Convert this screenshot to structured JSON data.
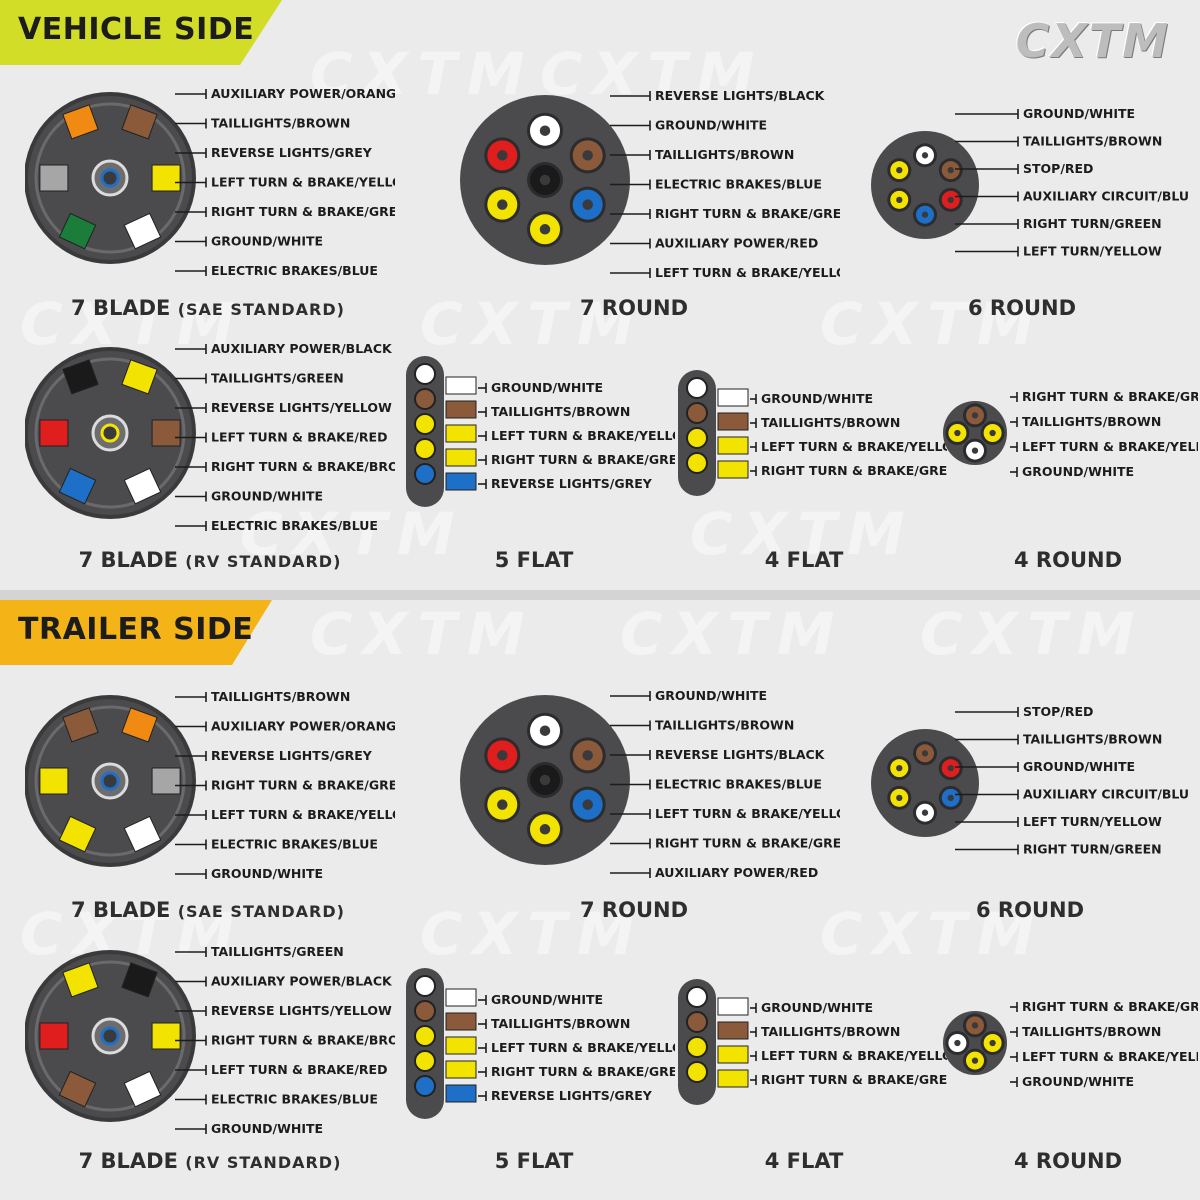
{
  "brand": "CXTM",
  "watermark_text": "CXTM",
  "colors": {
    "vehicle_banner": "#d2dd28",
    "trailer_banner": "#f4b418",
    "connector_body": "#4b4b4d",
    "wire": {
      "white": "#ffffff",
      "brown": "#8b5a3a",
      "grey": "#a6a6a6",
      "yellow": "#f2e300",
      "green": "#1a7d3a",
      "blue": "#1d6fc7",
      "orange": "#f08a12",
      "black": "#1a1a1a",
      "red": "#e01e1e"
    }
  },
  "sections": [
    {
      "banner": "VEHICLE SIDE",
      "connectors": [
        {
          "id": "v_7blade_sae",
          "title": "7 BLADE",
          "subtitle": "(SAE STANDARD)",
          "labels": [
            "AUXILIARY POWER/ORANGE",
            "TAILLIGHTS/BROWN",
            "REVERSE LIGHTS/GREY",
            "LEFT TURN & BRAKE/YELLOW",
            "RIGHT TURN & BRAKE/GREEN",
            "GROUND/WHITE",
            "ELECTRIC BRAKES/BLUE"
          ],
          "pins": [
            "orange",
            "brown",
            "grey",
            "yellow",
            "green",
            "white",
            "blue"
          ]
        },
        {
          "id": "v_7round",
          "title": "7 ROUND",
          "subtitle": "",
          "labels": [
            "REVERSE LIGHTS/BLACK",
            "GROUND/WHITE",
            "TAILLIGHTS/BROWN",
            "ELECTRIC BRAKES/BLUE",
            "RIGHT TURN & BRAKE/GREEN",
            "AUXILIARY POWER/RED",
            "LEFT TURN & BRAKE/YELLOW"
          ],
          "pins": [
            "white",
            "brown",
            "blue",
            "yellow",
            "yellow",
            "red",
            "black"
          ]
        },
        {
          "id": "v_6round",
          "title": "6 ROUND",
          "subtitle": "",
          "labels": [
            "GROUND/WHITE",
            "TAILLIGHTS/BROWN",
            "STOP/RED",
            "AUXILIARY CIRCUIT/BLUE",
            "RIGHT TURN/GREEN",
            "LEFT TURN/YELLOW"
          ],
          "pins": [
            "white",
            "brown",
            "red",
            "blue",
            "yellow",
            "yellow"
          ]
        },
        {
          "id": "v_7blade_rv",
          "title": "7 BLADE",
          "subtitle": "(RV STANDARD)",
          "labels": [
            "AUXILIARY POWER/BLACK",
            "TAILLIGHTS/GREEN",
            "REVERSE LIGHTS/YELLOW",
            "LEFT TURN & BRAKE/RED",
            "RIGHT TURN & BRAKE/BROWN",
            "GROUND/WHITE",
            "ELECTRIC BRAKES/BLUE"
          ],
          "pins": [
            "black",
            "yellow",
            "red",
            "brown",
            "blue",
            "white",
            "yellow"
          ]
        },
        {
          "id": "v_5flat",
          "title": "5 FLAT",
          "subtitle": "",
          "labels": [
            "GROUND/WHITE",
            "TAILLIGHTS/BROWN",
            "LEFT TURN & BRAKE/YELLOW",
            "RIGHT TURN & BRAKE/GREEN",
            "REVERSE LIGHTS/GREY"
          ],
          "pins": [
            "white",
            "brown",
            "yellow",
            "yellow",
            "blue"
          ]
        },
        {
          "id": "v_4flat",
          "title": "4 FLAT",
          "subtitle": "",
          "labels": [
            "GROUND/WHITE",
            "TAILLIGHTS/BROWN",
            "LEFT TURN & BRAKE/YELLOW",
            "RIGHT TURN & BRAKE/GREEN"
          ],
          "pins": [
            "white",
            "brown",
            "yellow",
            "yellow"
          ]
        },
        {
          "id": "v_4round",
          "title": "4 ROUND",
          "subtitle": "",
          "labels": [
            "RIGHT TURN & BRAKE/GREEN",
            "TAILLIGHTS/BROWN",
            "LEFT TURN & BRAKE/YELLOW",
            "GROUND/WHITE"
          ],
          "pins": [
            "brown",
            "yellow",
            "white",
            "yellow"
          ]
        }
      ]
    },
    {
      "banner": "TRAILER SIDE",
      "connectors": [
        {
          "id": "t_7blade_sae",
          "title": "7 BLADE",
          "subtitle": "(SAE STANDARD)",
          "labels": [
            "TAILLIGHTS/BROWN",
            "AUXILIARY POWER/ORANGE",
            "REVERSE LIGHTS/GREY",
            "RIGHT TURN & BRAKE/GREEN",
            "LEFT TURN & BRAKE/YELLOW",
            "ELECTRIC BRAKES/BLUE",
            "GROUND/WHITE"
          ],
          "pins": [
            "brown",
            "orange",
            "yellow",
            "grey",
            "yellow",
            "white",
            "blue"
          ]
        },
        {
          "id": "t_7round",
          "title": "7 ROUND",
          "subtitle": "",
          "labels": [
            "GROUND/WHITE",
            "TAILLIGHTS/BROWN",
            "REVERSE LIGHTS/BLACK",
            "ELECTRIC BRAKES/BLUE",
            "LEFT TURN & BRAKE/YELLOW",
            "RIGHT TURN & BRAKE/GREEN",
            "AUXILIARY POWER/RED"
          ],
          "pins": [
            "white",
            "brown",
            "blue",
            "yellow",
            "yellow",
            "red",
            "black"
          ]
        },
        {
          "id": "t_6round",
          "title": "6 ROUND",
          "subtitle": "",
          "labels": [
            "STOP/RED",
            "TAILLIGHTS/BROWN",
            "GROUND/WHITE",
            "AUXILIARY CIRCUIT/BLUE",
            "LEFT TURN/YELLOW",
            "RIGHT TURN/GREEN"
          ],
          "pins": [
            "brown",
            "red",
            "blue",
            "white",
            "yellow",
            "yellow"
          ]
        },
        {
          "id": "t_7blade_rv",
          "title": "7 BLADE",
          "subtitle": "(RV STANDARD)",
          "labels": [
            "TAILLIGHTS/GREEN",
            "AUXILIARY POWER/BLACK",
            "REVERSE LIGHTS/YELLOW",
            "RIGHT TURN & BRAKE/BROWN",
            "LEFT TURN & BRAKE/RED",
            "ELECTRIC BRAKES/BLUE",
            "GROUND/WHITE"
          ],
          "pins": [
            "yellow",
            "black",
            "red",
            "yellow",
            "brown",
            "white",
            "blue"
          ]
        },
        {
          "id": "t_5flat",
          "title": "5 FLAT",
          "subtitle": "",
          "labels": [
            "GROUND/WHITE",
            "TAILLIGHTS/BROWN",
            "LEFT TURN & BRAKE/YELLOW",
            "RIGHT TURN & BRAKE/GREEN",
            "REVERSE LIGHTS/GREY"
          ],
          "pins": [
            "white",
            "brown",
            "yellow",
            "yellow",
            "blue"
          ]
        },
        {
          "id": "t_4flat",
          "title": "4 FLAT",
          "subtitle": "",
          "labels": [
            "GROUND/WHITE",
            "TAILLIGHTS/BROWN",
            "LEFT TURN & BRAKE/YELLOW",
            "RIGHT TURN & BRAKE/GREEN"
          ],
          "pins": [
            "white",
            "brown",
            "yellow",
            "yellow"
          ]
        },
        {
          "id": "t_4round",
          "title": "4 ROUND",
          "subtitle": "",
          "labels": [
            "RIGHT TURN & BRAKE/GREEN",
            "TAILLIGHTS/BROWN",
            "LEFT TURN & BRAKE/YELLOW",
            "GROUND/WHITE"
          ],
          "pins": [
            "brown",
            "yellow",
            "yellow",
            "white"
          ]
        }
      ]
    }
  ]
}
